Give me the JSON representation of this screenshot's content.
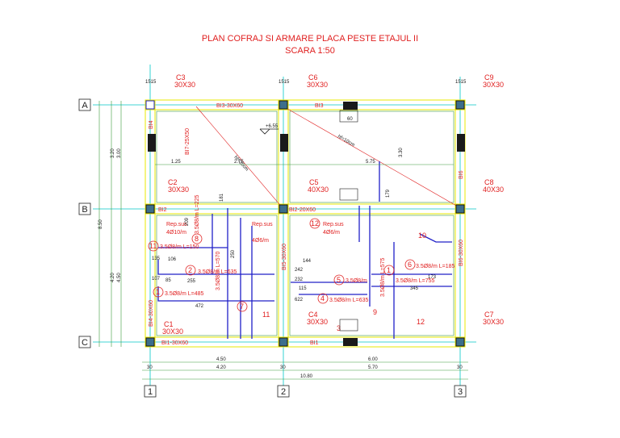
{
  "title": {
    "line1": "PLAN COFRAJ SI ARMARE PLACA PESTE ETAJUL II",
    "line2": "SCARA 1:50"
  },
  "axes": {
    "rows": [
      {
        "name": "A"
      },
      {
        "name": "B"
      },
      {
        "name": "C"
      }
    ],
    "cols": [
      {
        "name": "1"
      },
      {
        "name": "2"
      },
      {
        "name": "3"
      }
    ]
  },
  "columns": [
    {
      "name": "C3",
      "size": "30X30"
    },
    {
      "name": "C6",
      "size": "30X30"
    },
    {
      "name": "C9",
      "size": "30X30"
    },
    {
      "name": "C2",
      "size": "30X30"
    },
    {
      "name": "C5",
      "size": "40X30"
    },
    {
      "name": "C8",
      "size": "40X30"
    },
    {
      "name": "C1",
      "size": "30X30"
    },
    {
      "name": "C4",
      "size": "30X30"
    },
    {
      "name": "C7",
      "size": "30X30"
    }
  ],
  "beams": {
    "a_left": "BI3-30X60",
    "a_right": "BI3",
    "b_left": "BI2",
    "b_mid": "BI2-20X60",
    "c_left": "BI1-30X60",
    "c_right": "BI1",
    "v1_top": "BI4",
    "v1_bot": "BI4-30X60",
    "v2_mid": "BI5-30X60",
    "v3_top": "BI6",
    "v3_bot": "BI6-30X60",
    "v_extra": "BI7-25X50"
  },
  "level": "+6.55",
  "dims_bottom": {
    "span1_axis": "4.50",
    "span2_axis": "6.00",
    "span1_clear": "4.20",
    "span2_clear": "5.70",
    "total": "10.80",
    "c1": "30",
    "c2": "30",
    "c3": "30"
  },
  "dims_left": {
    "ab_axis": "3.20",
    "ab_clear": "3.00",
    "bc_axis": "4.20",
    "bc_clear": "4.50",
    "total": "8.50"
  },
  "dims_top": {
    "d1": "1.25",
    "d2": "2.75",
    "d3": "5.75",
    "d4": "3.30",
    "h1": "1515",
    "h2": "1515",
    "h3": "1515"
  },
  "hf": {
    "h1": "hf=10cm",
    "h2": "hf=10cm"
  },
  "rebars": {
    "r1": "1",
    "r1_label": "3.5Ø8/m L=485",
    "r2": "2",
    "r2_label": "3.5Ø8/m L=635",
    "r3": "3",
    "r4": "4",
    "r4_label": "3.5Ø8/m L=635",
    "r5": "5",
    "r5_label": "3.5Ø8/m",
    "r6": "6",
    "r6_label": "3.5Ø8/m L=185",
    "r7": "7",
    "r7_label": "3.5Ø8/m L=570",
    "r8": "8",
    "r8_label": "3.5Ø8/m L=225",
    "r9": "9",
    "r9_label": "3.5Ø8/m L=575",
    "r10": "10",
    "r11": "11",
    "r11_label": "3.5Ø8/m L=150",
    "r12": "12",
    "r1b_label": "3.5Ø8/m L=755",
    "rep1": "Rep.sus",
    "rep1b": "4Ø10/m",
    "rep2": "Rep.sus",
    "rep2b": "4Ø6/m",
    "rep3": "Rep.sus",
    "rep3b": "4Ø6/m"
  },
  "numbers": {
    "n135": "135",
    "n106": "106",
    "n85": "85",
    "n255": "255",
    "n107": "107",
    "n472": "472",
    "n144": "144",
    "n242": "242",
    "n232": "232",
    "n115": "115",
    "n622": "622",
    "n345": "345",
    "n173": "173",
    "n181": "181",
    "n209": "209",
    "n250": "250",
    "n179": "179",
    "n60": "60"
  }
}
